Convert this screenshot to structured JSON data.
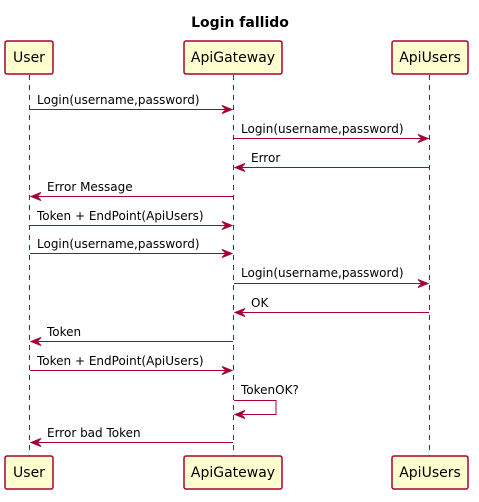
{
  "title": "Login fallido",
  "colors": {
    "participant_fill": "#FEFECE",
    "border": "#A80036",
    "text": "#000000",
    "background": "#FFFFFF"
  },
  "participants": [
    {
      "id": "user",
      "label": "User"
    },
    {
      "id": "apigateway",
      "label": "ApiGateway"
    },
    {
      "id": "apiusers",
      "label": "ApiUsers"
    }
  ],
  "messages": [
    {
      "from": "user",
      "to": "apigateway",
      "label": "Login(username,password)"
    },
    {
      "from": "apigateway",
      "to": "apiusers",
      "label": "Login(username,password)"
    },
    {
      "from": "apiusers",
      "to": "apigateway",
      "label": "Error"
    },
    {
      "from": "apigateway",
      "to": "user",
      "label": "Error Message"
    },
    {
      "from": "user",
      "to": "apigateway",
      "label": "Token + EndPoint(ApiUsers)"
    },
    {
      "from": "user",
      "to": "apigateway",
      "label": "Login(username,password)"
    },
    {
      "from": "apigateway",
      "to": "apiusers",
      "label": "Login(username,password)"
    },
    {
      "from": "apiusers",
      "to": "apigateway",
      "label": "OK"
    },
    {
      "from": "apigateway",
      "to": "user",
      "label": "Token"
    },
    {
      "from": "user",
      "to": "apigateway",
      "label": "Token + EndPoint(ApiUsers)"
    },
    {
      "from": "apigateway",
      "to": "apigateway",
      "label": "TokenOK?"
    },
    {
      "from": "apigateway",
      "to": "user",
      "label": "Error bad Token"
    }
  ]
}
